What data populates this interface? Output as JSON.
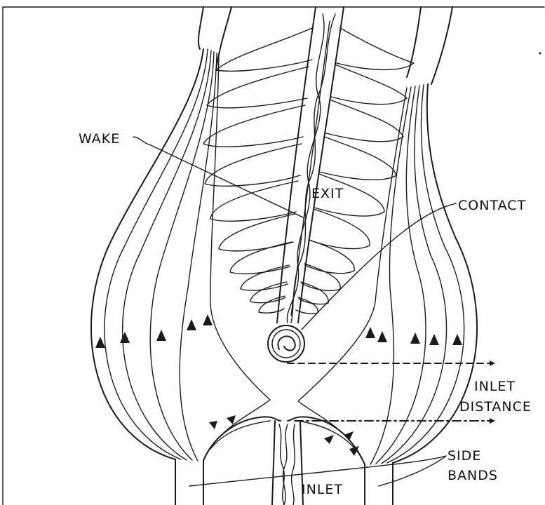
{
  "labels": {
    "wake": "WAKE",
    "exit": "EXIT",
    "contact": "CONTACT",
    "inlet_distance_line1": "INLET",
    "inlet_distance_line2": "DISTANCE",
    "side_bands_line1": "SIDE",
    "side_bands_line2": "BANDS",
    "inlet": "INLET"
  },
  "colors": {
    "ink": "#1a1a1a",
    "background": "#ffffff"
  }
}
